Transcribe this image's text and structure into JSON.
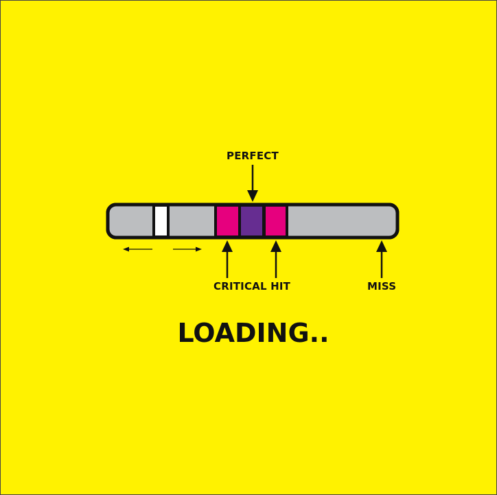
{
  "title": "LOADING..",
  "timing_bar": {
    "zones": [
      {
        "name": "critical-left",
        "color": "#E6007E"
      },
      {
        "name": "perfect",
        "color": "#662D91"
      },
      {
        "name": "critical-right",
        "color": "#E6007E"
      },
      {
        "name": "miss",
        "color": "#BCBEC0"
      }
    ],
    "track_color": "#BCBEC0",
    "cursor_color": "#FFFFFF"
  },
  "labels": {
    "perfect": "PERFECT",
    "critical_hit": "CRITICAL HIT",
    "miss": "MISS"
  },
  "colors": {
    "background": "#FFF200",
    "outline": "#111111"
  },
  "icons": {
    "move_left": "left-arrow-icon",
    "move_right": "right-arrow-icon"
  }
}
